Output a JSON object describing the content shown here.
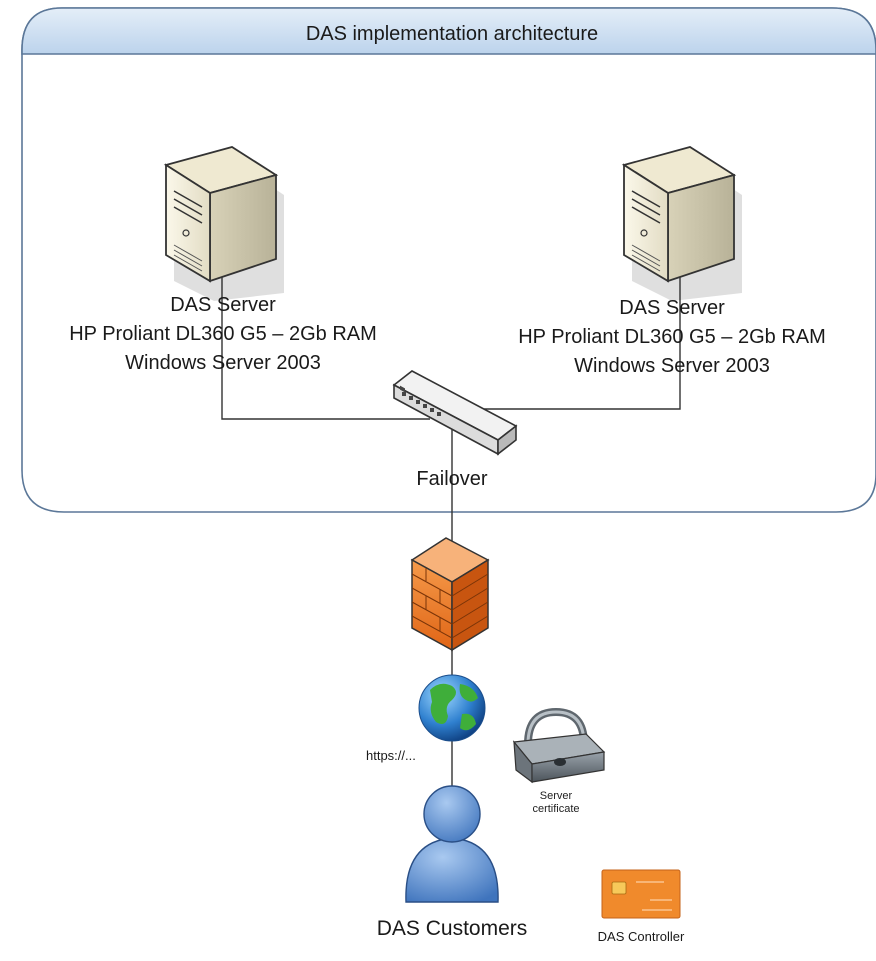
{
  "title": "DAS implementation architecture",
  "servers": [
    {
      "line1": "DAS Server",
      "line2": "HP Proliant DL360 G5 – 2Gb RAM",
      "line3": "Windows Server 2003",
      "icon": "server-tower-icon"
    },
    {
      "line1": "DAS Server",
      "line2": "HP Proliant DL360 G5 – 2Gb RAM",
      "line3": "Windows Server 2003",
      "icon": "server-tower-icon"
    }
  ],
  "switch_label": "Failover",
  "internet_label": "https://...",
  "certificate_label_line1": "Server",
  "certificate_label_line2": "certificate",
  "customers_label": "DAS Customers",
  "controller_label": "DAS Controller",
  "icons": {
    "switch": "network-switch-icon",
    "firewall": "firewall-icon",
    "internet": "globe-icon",
    "certificate": "padlock-icon",
    "customers": "user-icon",
    "controller": "smart-card-icon"
  },
  "colors": {
    "panel_header": "#c9ddf0",
    "panel_border": "#5b7798",
    "firewall": "#f07a2a",
    "user": "#5a8fcf",
    "controller": "#f08a2c"
  }
}
